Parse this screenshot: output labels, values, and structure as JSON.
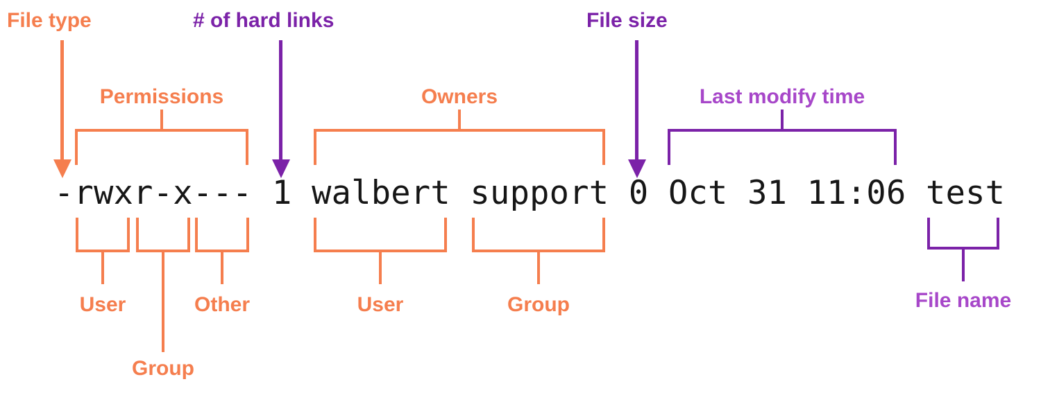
{
  "colors": {
    "orange": "#F57E4E",
    "purple": "#7B22A8",
    "purple_light": "#A747C9",
    "text": "#161616",
    "bg": "#FFFFFF"
  },
  "listing": {
    "full": "-rwxr-x--- 1 walbert support 0 Oct 31 11:06 test",
    "segments": {
      "file_type": "-",
      "permissions": "rwxr-x---",
      "permissions_user": "rwx",
      "permissions_group": "r-x",
      "permissions_other": "---",
      "hard_links": "1",
      "owner_user": "walbert",
      "owner_group": "support",
      "file_size": "0",
      "last_modify_time": "Oct 31 11:06",
      "file_name": "test"
    }
  },
  "labels": {
    "file_type": "File type",
    "hard_links": "# of hard links",
    "file_size": "File size",
    "permissions": "Permissions",
    "owners": "Owners",
    "last_modify_time": "Last modify time",
    "perm_user": "User",
    "perm_group": "Group",
    "perm_other": "Other",
    "owner_user": "User",
    "owner_group": "Group",
    "file_name": "File name"
  }
}
